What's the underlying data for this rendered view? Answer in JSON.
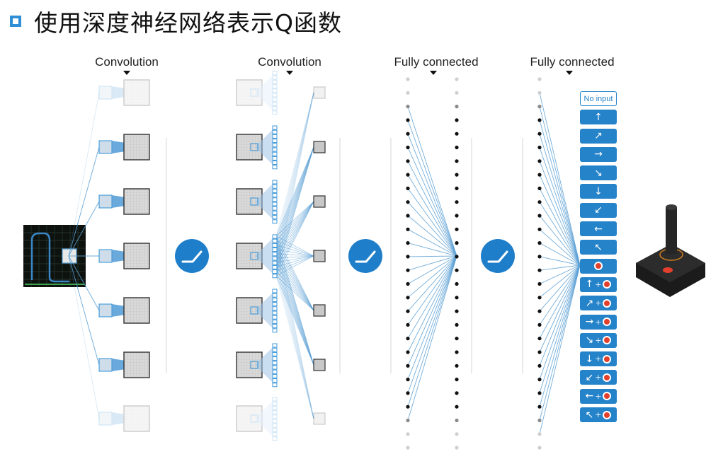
{
  "title": "使用深度神经网络表示Q函数",
  "layers": [
    {
      "label": "Convolution"
    },
    {
      "label": "Convolution"
    },
    {
      "label": "Fully connected"
    },
    {
      "label": "Fully connected"
    }
  ],
  "actions": [
    {
      "kind": "noinput",
      "text": "No input"
    },
    {
      "kind": "arrow",
      "arrow": "↑"
    },
    {
      "kind": "arrow",
      "arrow": "↗"
    },
    {
      "kind": "arrow",
      "arrow": "→"
    },
    {
      "kind": "arrow",
      "arrow": "↘"
    },
    {
      "kind": "arrow",
      "arrow": "↓"
    },
    {
      "kind": "arrow",
      "arrow": "↙"
    },
    {
      "kind": "arrow",
      "arrow": "←"
    },
    {
      "kind": "arrow",
      "arrow": "↖"
    },
    {
      "kind": "fire"
    },
    {
      "kind": "arrowfire",
      "arrow": "↑",
      "plus": "+"
    },
    {
      "kind": "arrowfire",
      "arrow": "↗",
      "plus": "+"
    },
    {
      "kind": "arrowfire",
      "arrow": "→",
      "plus": "+"
    },
    {
      "kind": "arrowfire",
      "arrow": "↘",
      "plus": "+"
    },
    {
      "kind": "arrowfire",
      "arrow": "↓",
      "plus": "+"
    },
    {
      "kind": "arrowfire",
      "arrow": "↙",
      "plus": "+"
    },
    {
      "kind": "arrowfire",
      "arrow": "←",
      "plus": "+"
    },
    {
      "kind": "arrowfire",
      "arrow": "↖",
      "plus": "+"
    }
  ],
  "colors": {
    "accent": "#2e8fd6",
    "line": "#5a9fd4",
    "button": "#2583c9",
    "fire": "#e2402c"
  },
  "icons": {
    "activation": "relu-activation-icon",
    "input": "game-screen-frame",
    "controller": "joystick-icon"
  }
}
